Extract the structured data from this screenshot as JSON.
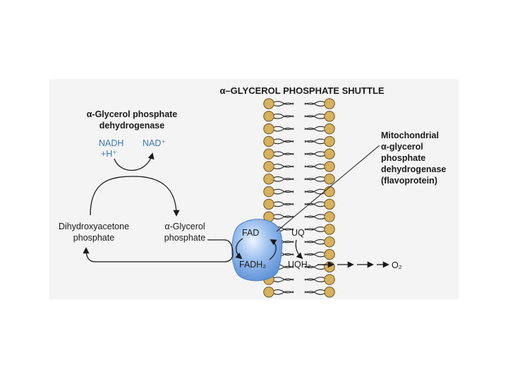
{
  "title": "α–GLYCEROL PHOSPHATE SHUTTLE",
  "enzyme_cytosolic": {
    "line1": "α-Glycerol phosphate",
    "line2": "dehydrogenase"
  },
  "cofactors": {
    "nadh": "NADH",
    "h_plus": "+H⁺",
    "nad_plus": "NAD⁺"
  },
  "dhap": {
    "line1": "Dihydroxyacetone",
    "line2": "phosphate"
  },
  "g3p": {
    "line1": "α-Glycerol",
    "line2": "phosphate"
  },
  "enzyme_mito": {
    "line1": "Mitochondrial",
    "line2": "α-glycerol",
    "line3": "phosphate",
    "line4": "dehydrogenase",
    "line5": "(flavoprotein)"
  },
  "fad": "FAD",
  "fadh2": "FADH₂",
  "uq": "UQ",
  "uqh2": "UQH₂",
  "o2": "O₂",
  "colors": {
    "panel_bg": "#f4f4f4",
    "head_gold": "#d8b15c",
    "head_outline": "#6b5320",
    "blue_text": "#3d77b8",
    "flavo_blue": "#6f9fdc",
    "ink": "#1a1a1a"
  }
}
